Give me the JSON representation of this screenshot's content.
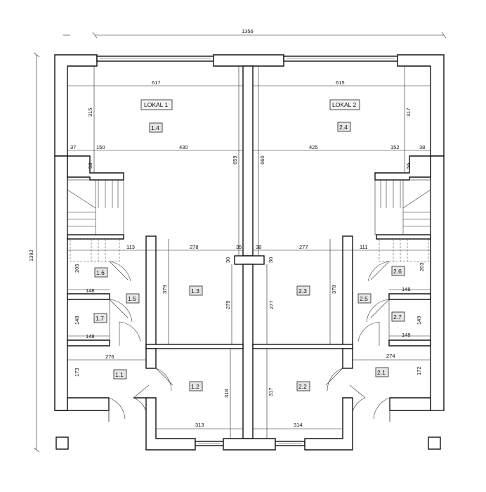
{
  "overall": {
    "width": "1356",
    "height": "1392"
  },
  "units": [
    {
      "name": "LOKAL 1",
      "room": "1.4"
    },
    {
      "name": "LOKAL 2",
      "room": "2.4"
    }
  ],
  "rooms": [
    "1.1",
    "1.2",
    "1.3",
    "1.5",
    "1.6",
    "1.7",
    "2.1",
    "2.2",
    "2.3",
    "2.5",
    "2.6",
    "2.7"
  ],
  "dims": {
    "d617": "617",
    "d615": "615",
    "d315": "315",
    "d317a": "317",
    "d37": "37",
    "d150": "150",
    "d430": "430",
    "d425": "425",
    "d152": "152",
    "d38a": "38",
    "d58": "58",
    "d56": "56",
    "d659": "659",
    "d660": "660",
    "d113": "113",
    "d278": "278",
    "d35": "35",
    "d38b": "38",
    "d277a": "277",
    "d111": "111",
    "d30a": "30",
    "d30b": "30",
    "d205": "205",
    "d203": "203",
    "d148a": "148",
    "d148b": "148",
    "d148c": "148",
    "d148d": "148",
    "d148e": "148",
    "d149": "149",
    "d379": "379",
    "d279": "279",
    "d277b": "277",
    "d378": "378",
    "d276": "276",
    "d274": "274",
    "d173": "173",
    "d172": "172",
    "d318": "318",
    "d317b": "317",
    "d313": "313",
    "d314": "314"
  }
}
